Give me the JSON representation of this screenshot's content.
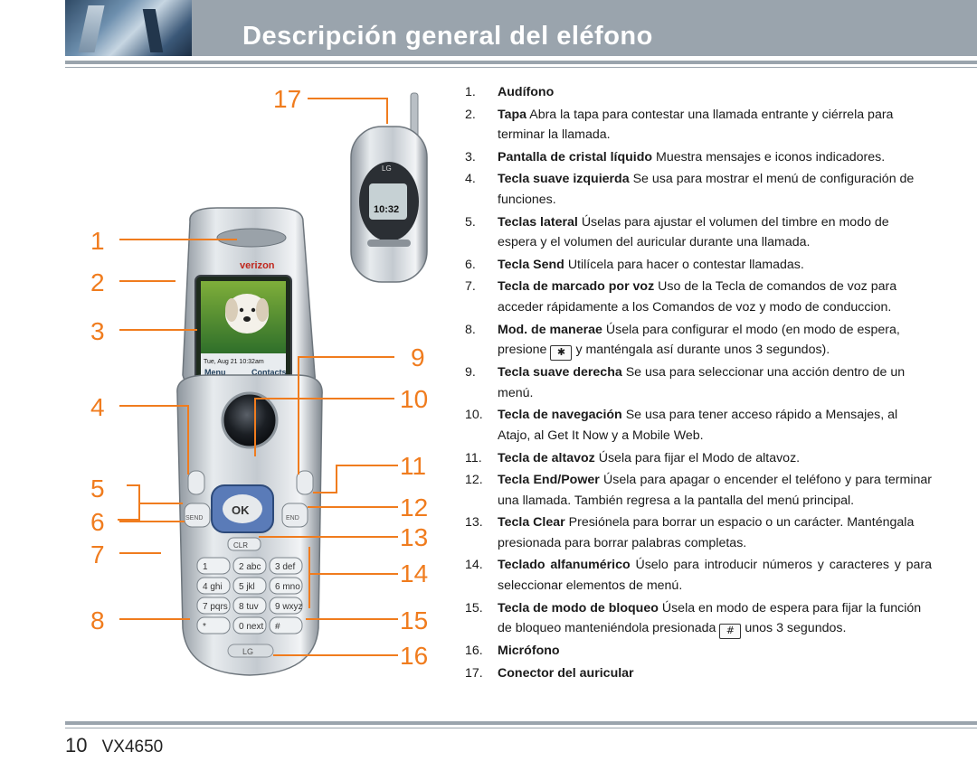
{
  "header": {
    "title": "Descripción general del eléfono"
  },
  "footer": {
    "page_number": "10",
    "model": "VX4650"
  },
  "callouts": [
    "17",
    "1",
    "2",
    "3",
    "4",
    "5",
    "6",
    "7",
    "8",
    "9",
    "10",
    "11",
    "12",
    "13",
    "14",
    "15",
    "16"
  ],
  "phone": {
    "brand_open": "verizon",
    "brand_closed": "LG",
    "screen_time": "10:32",
    "screen_status": "Tue, Aug 21 10:32am",
    "softkey_left": "Menu",
    "softkey_right": "Contacts",
    "ok_label": "OK",
    "send_label": "SEND",
    "end_label": "END",
    "clr_label": "CLR",
    "bottom_logo": "LG",
    "keys": [
      "1",
      "2 abc",
      "3 def",
      "4 ghi",
      "5 jkl",
      "6 mno",
      "7 pqrs",
      "8 tuv",
      "9 wxyz",
      "*",
      "0 next",
      "#"
    ]
  },
  "items": [
    {
      "n": "1.",
      "term": "Audífono",
      "desc": ""
    },
    {
      "n": "2.",
      "term": "Tapa",
      "desc": "Abra la tapa para contestar una llamada entrante y ciérrela para terminar la llamada."
    },
    {
      "n": "3.",
      "term": "Pantalla de cristal líquido",
      "desc": "Muestra mensajes e iconos indicadores."
    },
    {
      "n": "4.",
      "term": "Tecla suave izquierda",
      "desc": "Se usa para mostrar el menú de configuración de funciones."
    },
    {
      "n": "5.",
      "term": "Teclas lateral",
      "desc": "Úselas para ajustar el volumen del timbre en modo de espera y el volumen del auricular durante una llamada."
    },
    {
      "n": "6.",
      "term": "Tecla Send",
      "desc": "Utilícela para hacer o contestar llamadas."
    },
    {
      "n": "7.",
      "term": "Tecla de marcado por voz",
      "desc": "Uso de la Tecla de comandos de voz para acceder rápidamente a los Comandos de voz y modo de conduccion."
    },
    {
      "n": "8.",
      "term": "Mod. de manerae",
      "desc_a": "Úsela para configurar el modo (en modo de espera, presione",
      "key": "✱",
      "desc_b": "y manténgala así durante unos 3 segundos)."
    },
    {
      "n": "9.",
      "term": "Tecla suave derecha",
      "desc": "Se usa para seleccionar una acción dentro de un menú."
    },
    {
      "n": "10.",
      "term": "Tecla de navegación",
      "desc": "Se usa para tener acceso rápido a Mensajes, al Atajo, al Get It Now y a Mobile Web."
    },
    {
      "n": "11.",
      "term": "Tecla de altavoz",
      "desc": "Úsela para fijar el Modo de altavoz."
    },
    {
      "n": "12.",
      "term": "Tecla End/Power",
      "desc": "Úsela para apagar o encender el teléfono y para terminar una llamada. También regresa a la pantalla del menú principal."
    },
    {
      "n": "13.",
      "term": "Tecla Clear",
      "desc": "Presiónela para borrar un espacio o un carácter. Manténgala presionada para borrar palabras completas."
    },
    {
      "n": "14.",
      "term": "Teclado alfanumérico",
      "desc": "Úselo para introducir números y caracteres y para seleccionar elementos de menú."
    },
    {
      "n": "15.",
      "term": "Tecla de modo de bloqueo",
      "desc_a": "Úsela en modo de espera para fijar la función de bloqueo manteniéndola presionada",
      "key": "#",
      "desc_b": "unos 3 segundos."
    },
    {
      "n": "16.",
      "term": "Micrófono",
      "desc": ""
    },
    {
      "n": "17.",
      "term": "Conector del auricular",
      "desc": ""
    }
  ],
  "colors": {
    "header_band": "#9aa4ad",
    "callout": "#f07c1e",
    "title_text": "#ffffff"
  }
}
